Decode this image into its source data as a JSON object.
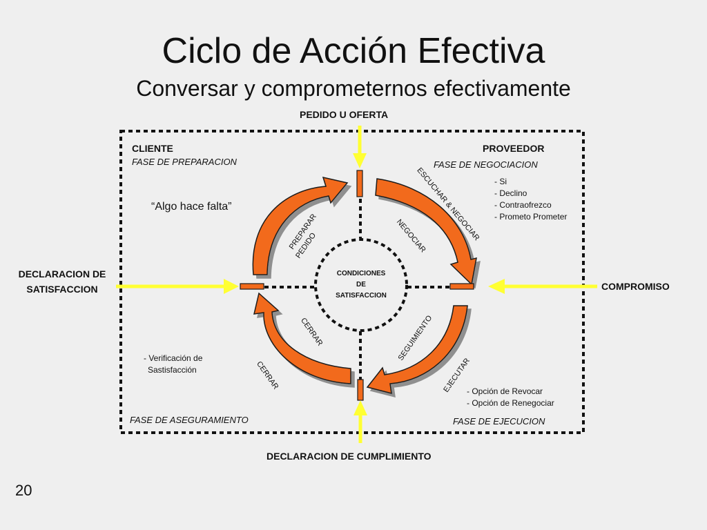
{
  "title": "Ciclo de Acción Efectiva",
  "subtitle": "Conversar y comprometernos efectivamente",
  "diagram": {
    "top_label": "PEDIDO U OFERTA",
    "left_label": "DECLARACION DE SATISFACCION",
    "right_label": "COMPROMISO",
    "bottom_label": "DECLARACION DE CUMPLIMIENTO",
    "cliente": "CLIENTE",
    "proveedor": "PROVEEDOR",
    "phases": {
      "preparacion": "FASE DE PREPARACION",
      "negociacion": "FASE DE NEGOCIACION",
      "aseguramiento": "FASE DE ASEGURAMIENTO",
      "ejecucion": "FASE DE EJECUCION"
    },
    "quote": "“Algo hace falta”",
    "negotiation_options": [
      "- Si",
      "- Declino",
      "- Contraofrezco",
      "- Prometo Prometer"
    ],
    "execution_options": [
      "- Opción de Revocar",
      "- Opción de Renegociar"
    ],
    "verification_note": [
      "- Verificación de",
      "Sastisfacción"
    ],
    "center": [
      "CONDICIONES",
      "DE",
      "SATISFACCION"
    ],
    "arrow_labels": {
      "preparar": "PREPARAR",
      "pedido": "PEDIDO",
      "negociar": "NEGOCIAR",
      "escuchar": "ESCUCHAR & NEGOCIAR",
      "seguimiento": "SEGUIMIENTO",
      "ejecutar": "EJECUTAR",
      "cerrar_inner": "CERRAR",
      "cerrar_outer": "CERRAR"
    },
    "colors": {
      "arrow_fill": "#f26a1b",
      "arrow_shadow": "#9a9a9a",
      "yellow_arrow": "#ffff33",
      "dotted": "#111111"
    }
  },
  "page_number": "20"
}
